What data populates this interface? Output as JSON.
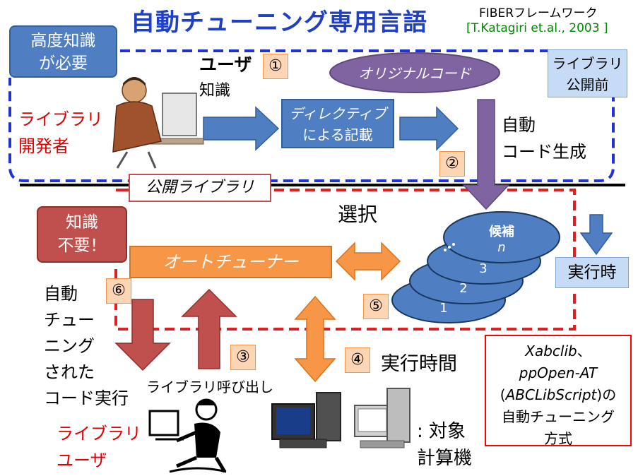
{
  "title": "自動チューニング専用言語",
  "reference": {
    "line1": "FIBERフレームワーク",
    "line2": "[T.Katagiri et.al., 2003 ]"
  },
  "top_section": {
    "badge": [
      "高度知識",
      "が必要"
    ],
    "status": [
      "ライブラリ",
      "公開前"
    ],
    "user_knowledge": [
      "ユーザ",
      "知識"
    ],
    "developer": [
      "ライブラリ",
      "開発者"
    ],
    "directive": [
      "ディレクティブ",
      "による記載"
    ],
    "original_code": "オリジナルコード",
    "auto_generate": [
      "自動",
      "コード生成"
    ]
  },
  "bottom_section": {
    "published_library": "公開ライブラリ",
    "badge": [
      "知識",
      "不要！"
    ],
    "selection": "選択",
    "auto_tuner": "オートチューナー",
    "candidates": [
      "候補",
      "n",
      "3",
      "2",
      "1"
    ],
    "runtime": "実行時",
    "tuned_run": [
      "自動",
      "チュー",
      "ニング",
      "された",
      "コード実行"
    ],
    "library_call": "ライブラリ呼び出し",
    "exec_time": "実行時間",
    "methods": [
      "Xabclib",
      "、",
      "ppOpen-AT",
      "(",
      "ABCLibScript",
      ")の",
      "自動チューニング",
      "方式"
    ],
    "library_user": [
      "ライブラリ",
      "ユーザ"
    ],
    "target_machine": [
      ": 対象",
      "計算機"
    ]
  },
  "steps": [
    "①",
    "②",
    "③",
    "④",
    "⑤",
    "⑥"
  ],
  "colors": {
    "title_blue": "#1f3fc4",
    "arrow_blue": "#4f7fc2",
    "ellipse_purple": "#8064a2",
    "orange": "#f79646",
    "dark_red": "#c0504d",
    "highlight_red": "#e00000"
  }
}
